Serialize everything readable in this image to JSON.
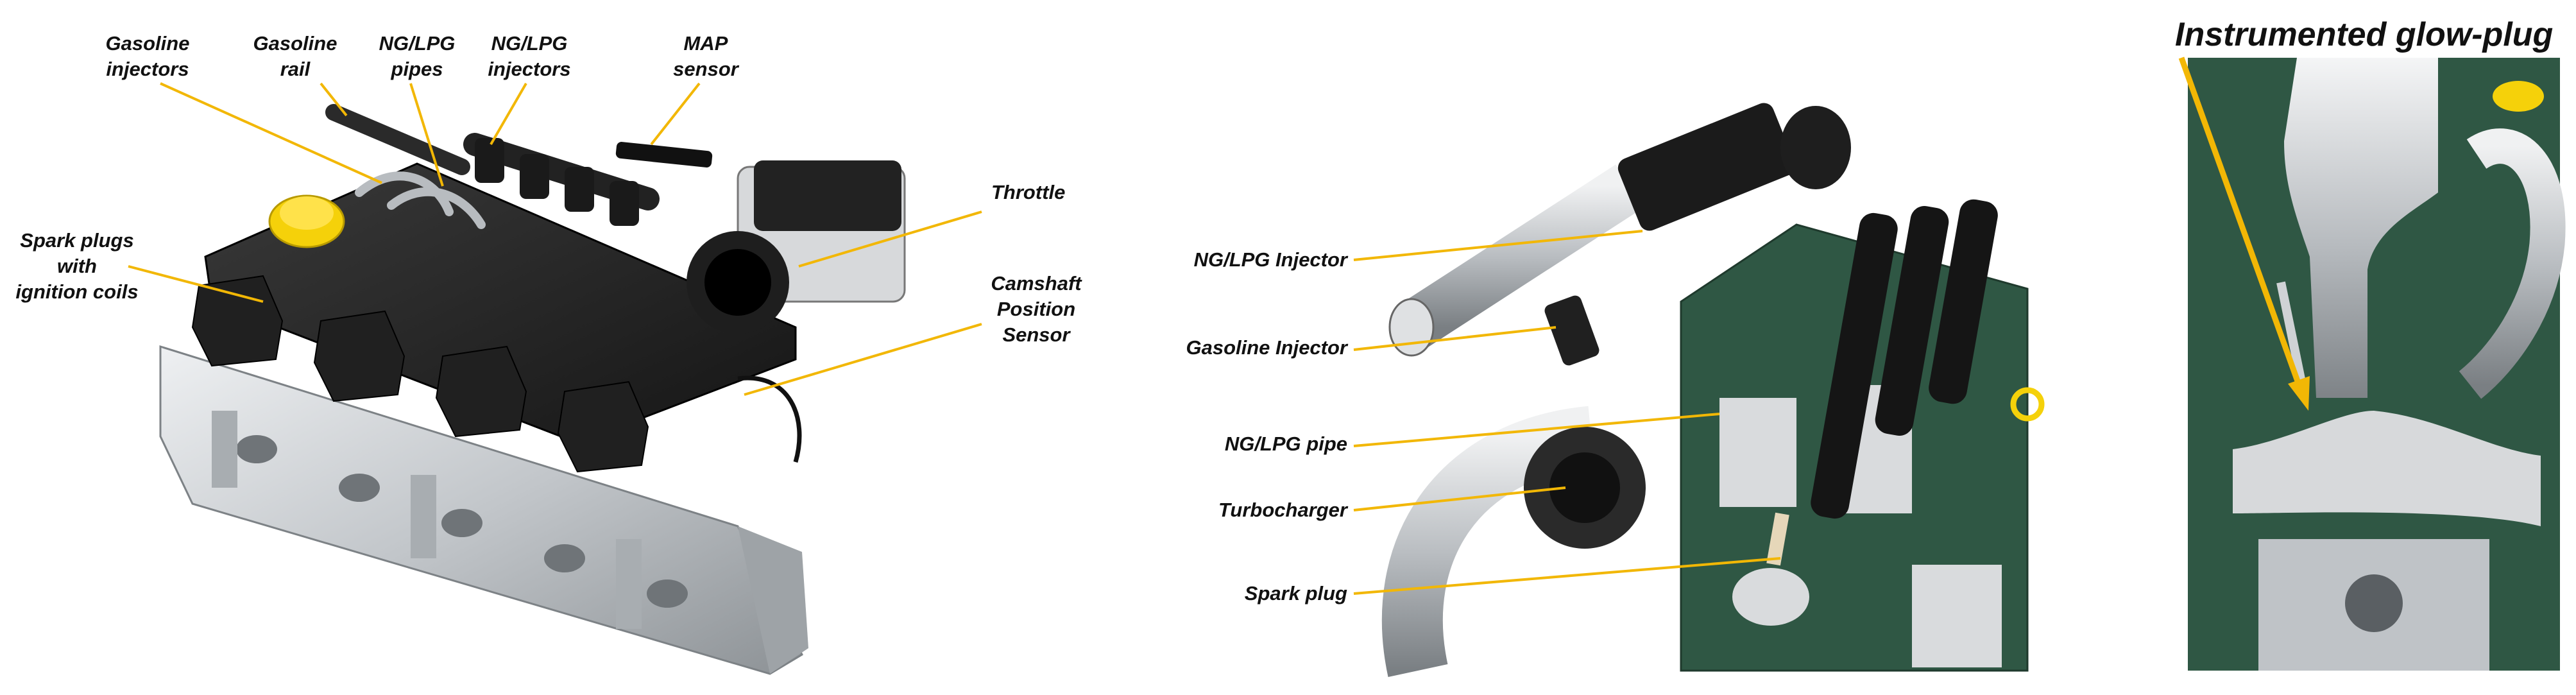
{
  "colors": {
    "leader": "#F2B705",
    "label": "#111111",
    "head_green": "#2F5744",
    "metal": "#C9CCCF",
    "cover": "#1E1E1E",
    "oil_cap": "#F5D10A"
  },
  "panel_left": {
    "labels": {
      "gasoline_injectors": [
        "Gasoline",
        "injectors"
      ],
      "gasoline_rail": [
        "Gasoline",
        "rail"
      ],
      "ng_lpg_pipes": [
        "NG/LPG",
        "pipes"
      ],
      "ng_lpg_injectors": [
        "NG/LPG",
        "injectors"
      ],
      "map_sensor": [
        "MAP",
        "sensor"
      ],
      "spark_plugs": [
        "Spark plugs",
        "with",
        "ignition coils"
      ],
      "throttle": [
        "Throttle"
      ],
      "camshaft_sensor": [
        "Camshaft",
        "Position",
        "Sensor"
      ]
    }
  },
  "panel_middle": {
    "labels": {
      "ng_lpg_injector": "NG/LPG Injector",
      "gasoline_injector": "Gasoline Injector",
      "ng_lpg_pipe": "NG/LPG pipe",
      "turbocharger": "Turbocharger",
      "spark_plug": "Spark plug"
    }
  },
  "panel_right": {
    "title": "Instrumented glow-plug"
  }
}
